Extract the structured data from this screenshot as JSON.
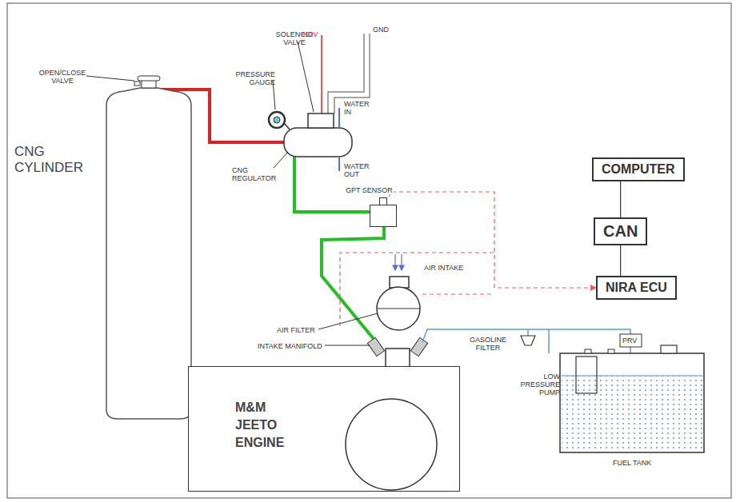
{
  "diagram": {
    "nodes": [
      {
        "text": [
          "CNG CYLINDER"
        ]
      },
      {
        "text": [
          "COMPUTER"
        ]
      },
      {
        "text": [
          "CAN"
        ]
      },
      {
        "text": [
          "GPT SENSOR"
        ]
      },
      {
        "text": [
          "NIRA ECU"
        ]
      },
      {
        "text": [
          "M&M JEETO ENGINE"
        ]
      }
    ],
    "edges": [
      {
        "from": 1,
        "to": 2,
        "arrow": "none"
      },
      {
        "from": 2,
        "to": 4,
        "arrow": "none"
      },
      {
        "from": 3,
        "to": 4,
        "arrow": "to"
      }
    ],
    "labels": [
      "OPEN/CLOSE VALVE",
      "SOLENOID VALVE",
      "PRESSURE GAUGE",
      "+12V",
      "GND",
      "WATER IN",
      "WATER OUT",
      "CNG REGULATOR",
      "AIR INTAKE",
      "AIR FILTER",
      "INTAKE MANIFOLD",
      "GASOLINE FILTER",
      "PRV",
      "LOW PRESSURE PUMP",
      "FUEL TANK"
    ]
  }
}
